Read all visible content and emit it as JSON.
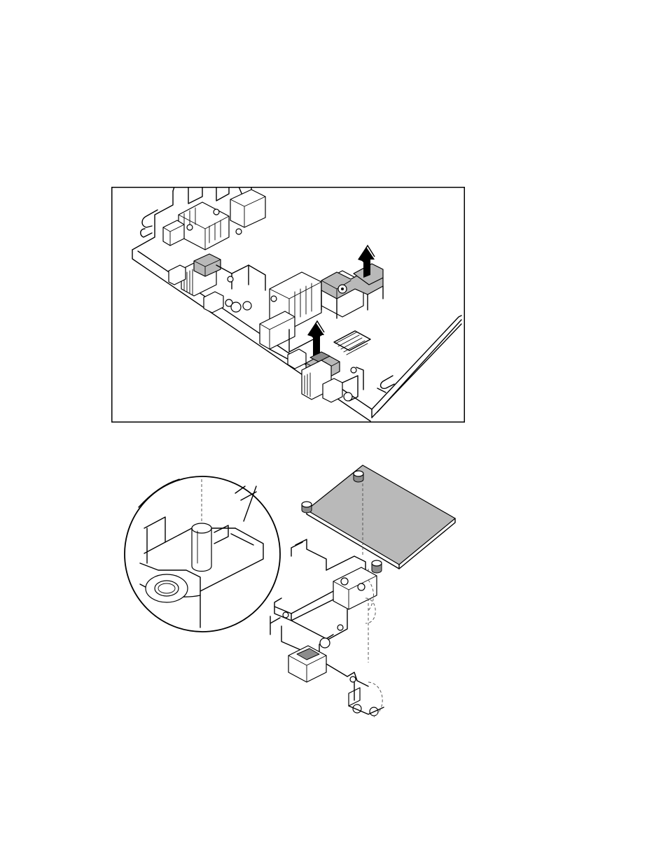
{
  "figures": [
    {
      "id": "removal",
      "illustration": "server-blade-mezzanine-bracket-removal",
      "arrows": [
        "up-arrow",
        "up-arrow"
      ]
    },
    {
      "id": "installation",
      "illustration": "mezzanine-board-bracket-alignment-detail",
      "callout": "magnified-alignment-pin"
    }
  ],
  "colors": {
    "line": "#000000",
    "highlight_part": "#b9b9b9",
    "dark_part": "#8c8c8c",
    "background": "#ffffff"
  }
}
